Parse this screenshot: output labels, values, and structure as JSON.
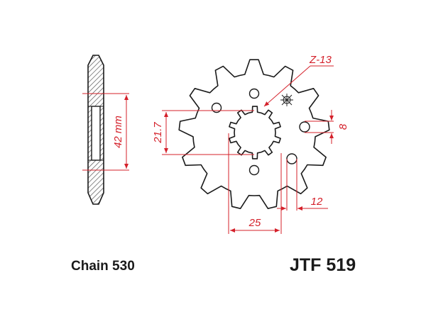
{
  "diagram": {
    "tooth_count_label": "Z-13",
    "height_label": "42 mm",
    "spline_label": "21.7",
    "bolt_hole_label": "8",
    "hole_offset_label": "12",
    "bore_width_label": "25"
  },
  "captions": {
    "chain": "Chain 530",
    "part_number": "JTF 519"
  },
  "colors": {
    "dimension": "#d4202a",
    "outline": "#1a1a1a",
    "hatch": "#555555"
  }
}
